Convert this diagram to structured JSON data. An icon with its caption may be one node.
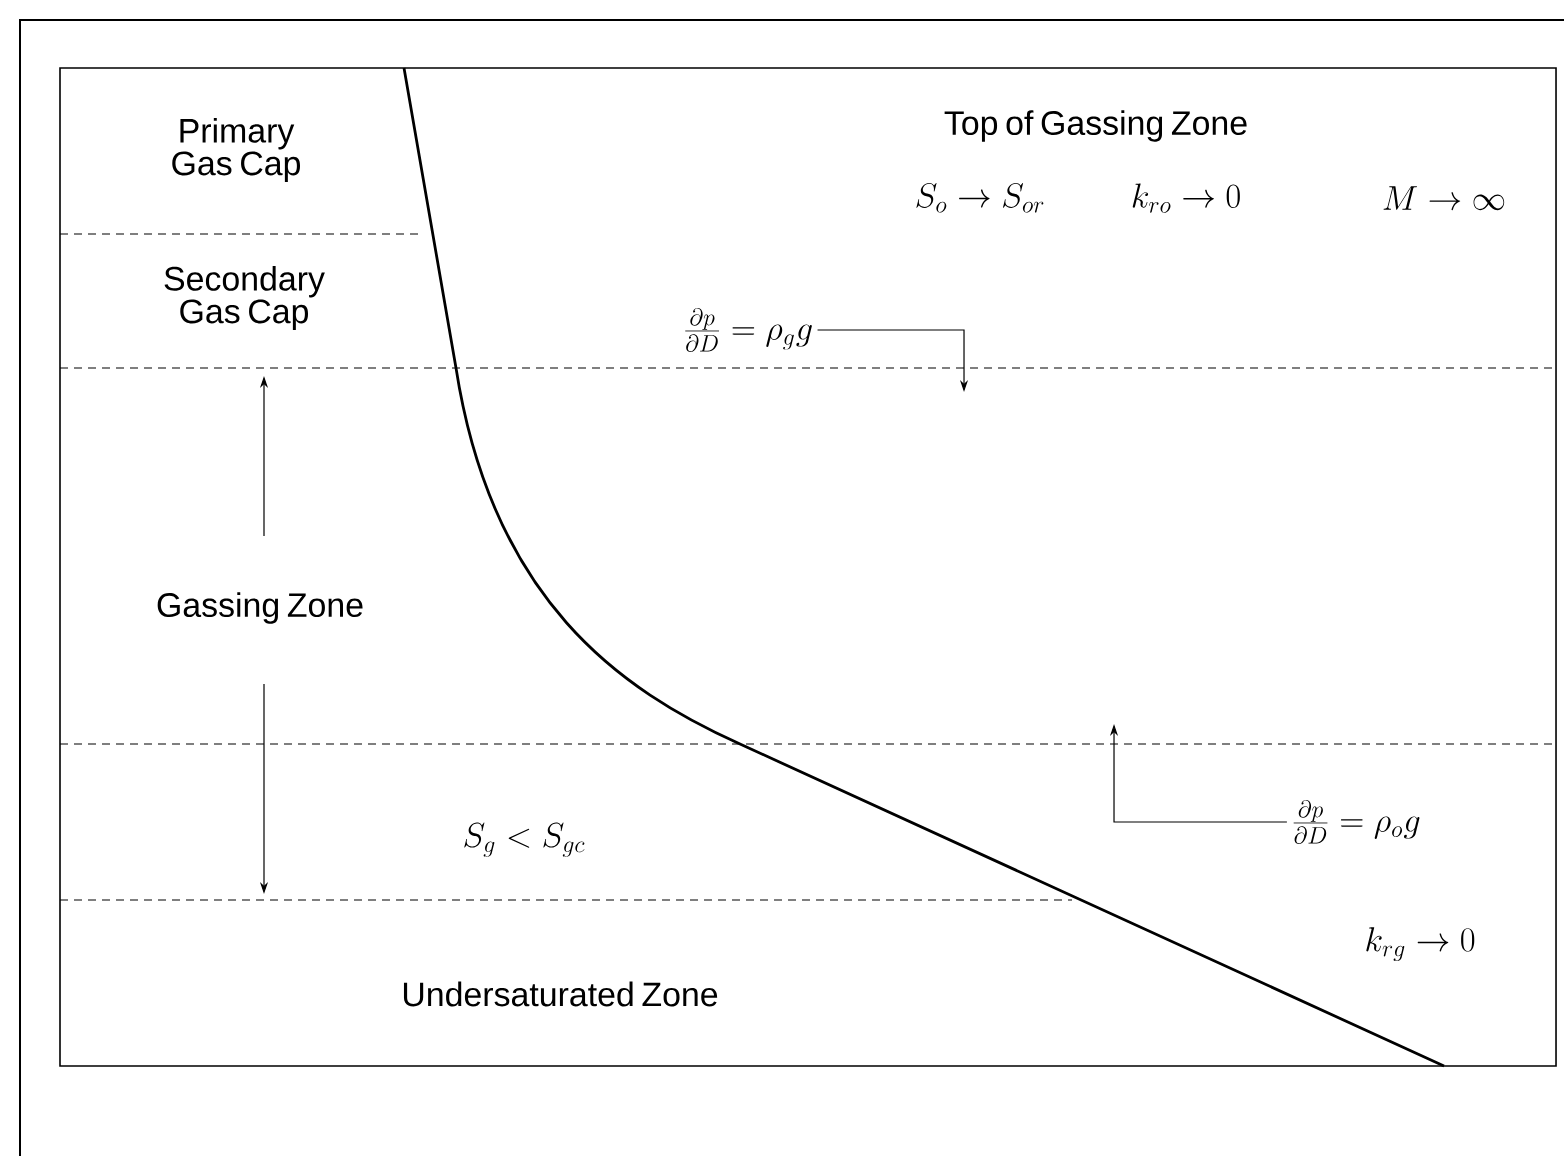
{
  "diagram": {
    "nodes": [
      {
        "text": [
          "\\frac{\\partial p}{\\partial D} = \\rho_g g"
        ]
      },
      {
        "text": [
          "\\frac{\\partial p}{\\partial D} = \\rho_o g"
        ]
      }
    ],
    "edges": [
      {
        "from": 0,
        "to": null,
        "arrow": "to"
      },
      {
        "from": 1,
        "to": null,
        "arrow": "to"
      }
    ],
    "labels": [
      "Primary Gas Cap",
      "Top of Gassing Zone",
      "S_o \\to S_{or}",
      "k_{ro} \\to 0",
      "M \\to \\infty",
      "Secondary Gas Cap",
      "Gassing Zone",
      "S_g < S_{gc}",
      "k_{rg} \\to 0",
      "Undersaturated Zone"
    ]
  }
}
